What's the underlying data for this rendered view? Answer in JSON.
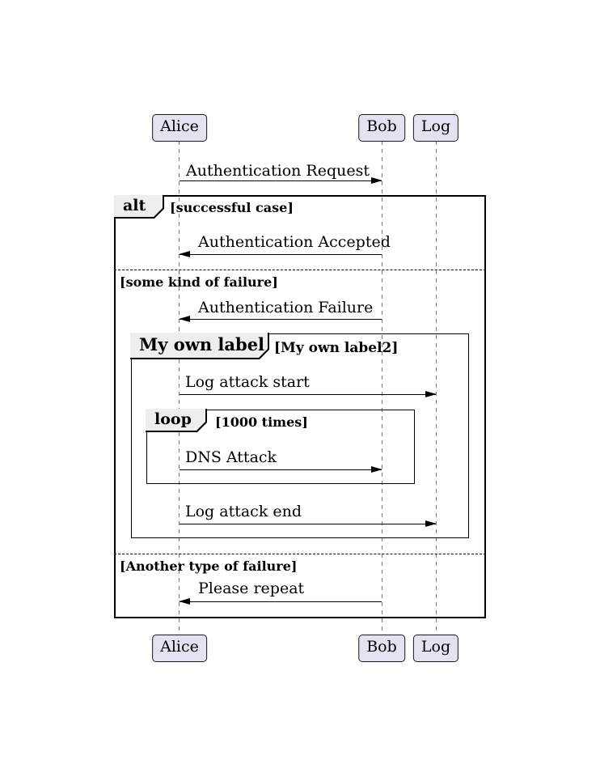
{
  "diagram": {
    "type": "uml-sequence-diagram",
    "actors": [
      {
        "name": "Alice"
      },
      {
        "name": "Bob"
      },
      {
        "name": "Log"
      }
    ],
    "messages": [
      {
        "label": "Authentication Request",
        "from": "Alice",
        "to": "Bob"
      },
      {
        "label": "Authentication Accepted",
        "from": "Bob",
        "to": "Alice"
      },
      {
        "label": "Authentication Failure",
        "from": "Bob",
        "to": "Alice"
      },
      {
        "label": "Log attack start",
        "from": "Alice",
        "to": "Log"
      },
      {
        "label": "DNS Attack",
        "from": "Alice",
        "to": "Bob"
      },
      {
        "label": "Log attack end",
        "from": "Alice",
        "to": "Log"
      },
      {
        "label": "Please repeat",
        "from": "Bob",
        "to": "Alice"
      }
    ],
    "frames": {
      "alt": {
        "keyword": "alt",
        "cond1": "[successful case]",
        "cond2": "[some kind of failure]",
        "cond3": "[Another type of failure]"
      },
      "group": {
        "keyword": "My own label",
        "cond": "[My own label2]"
      },
      "loop": {
        "keyword": "loop",
        "cond": "[1000 times]"
      }
    },
    "colors": {
      "actor_fill": "#E2E2F0",
      "actor_border": "#181818",
      "pentagon_fill": "#EEEEEE",
      "frame_border": "#000000",
      "lifeline": "#777777",
      "arrow": "#000000",
      "background": "#FFFFFF"
    }
  }
}
